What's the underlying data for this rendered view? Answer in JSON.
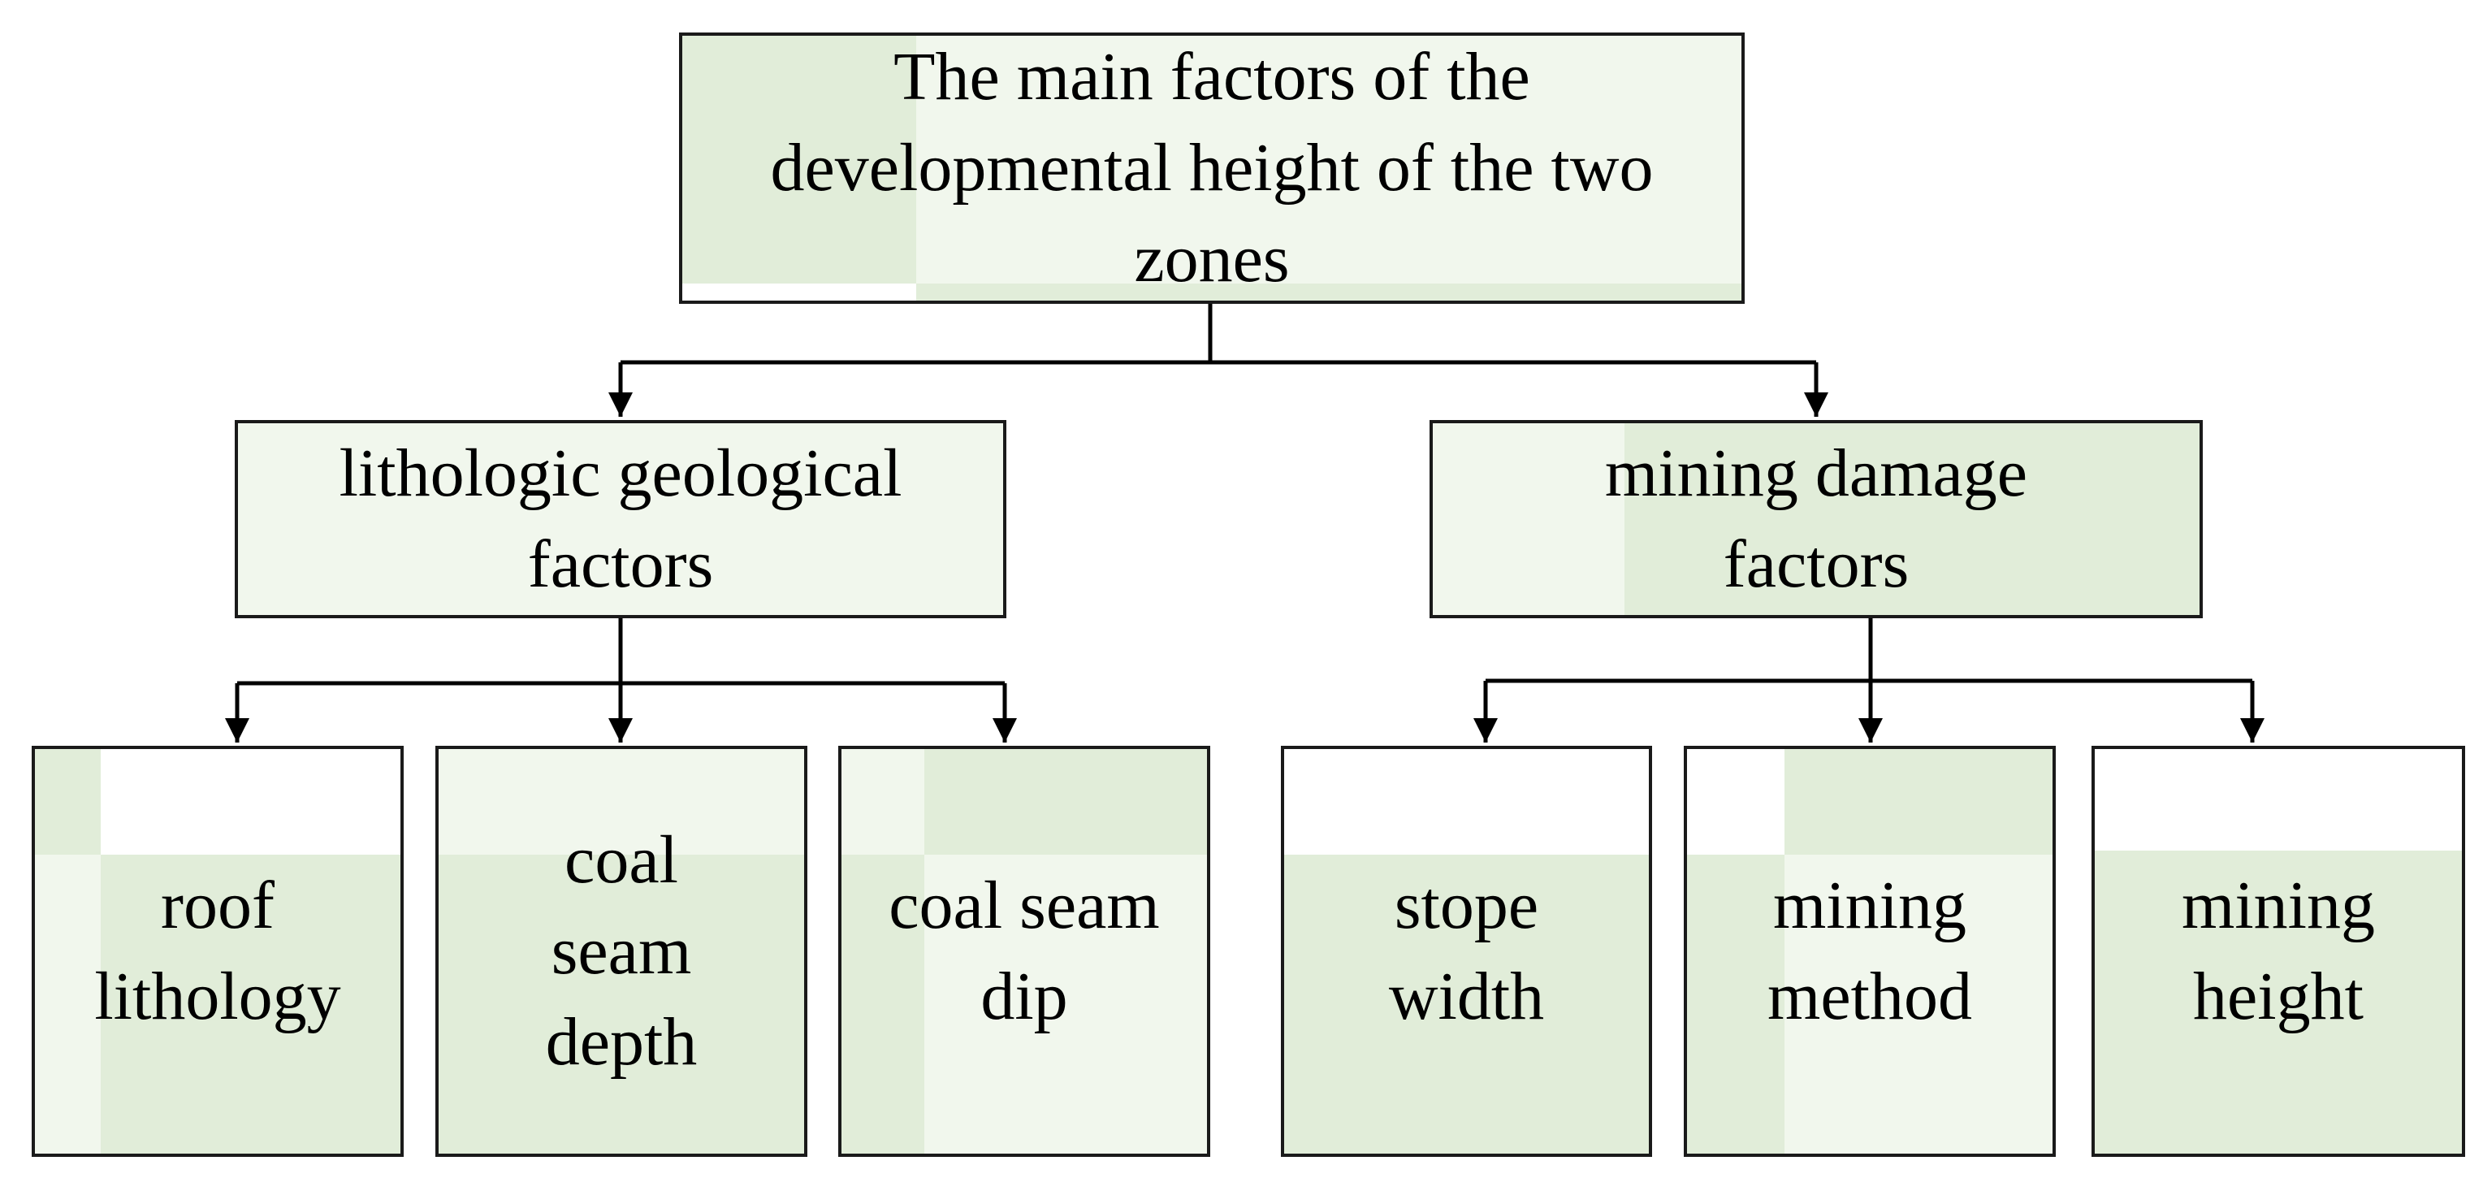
{
  "diagram": {
    "root": {
      "label": "The main factors of the developmental height of the two zones"
    },
    "branches": [
      {
        "label": "lithologic geological factors",
        "children": [
          "roof lithology",
          "coal seam depth",
          "coal seam dip"
        ]
      },
      {
        "label": "mining damage factors",
        "children": [
          "stope width",
          "mining method",
          "mining height"
        ]
      }
    ]
  },
  "colors": {
    "box_fill": "#f1f7ed",
    "box_fill_dark": "#e1edd9",
    "border": "#1a1a1a",
    "connector": "#000000"
  }
}
